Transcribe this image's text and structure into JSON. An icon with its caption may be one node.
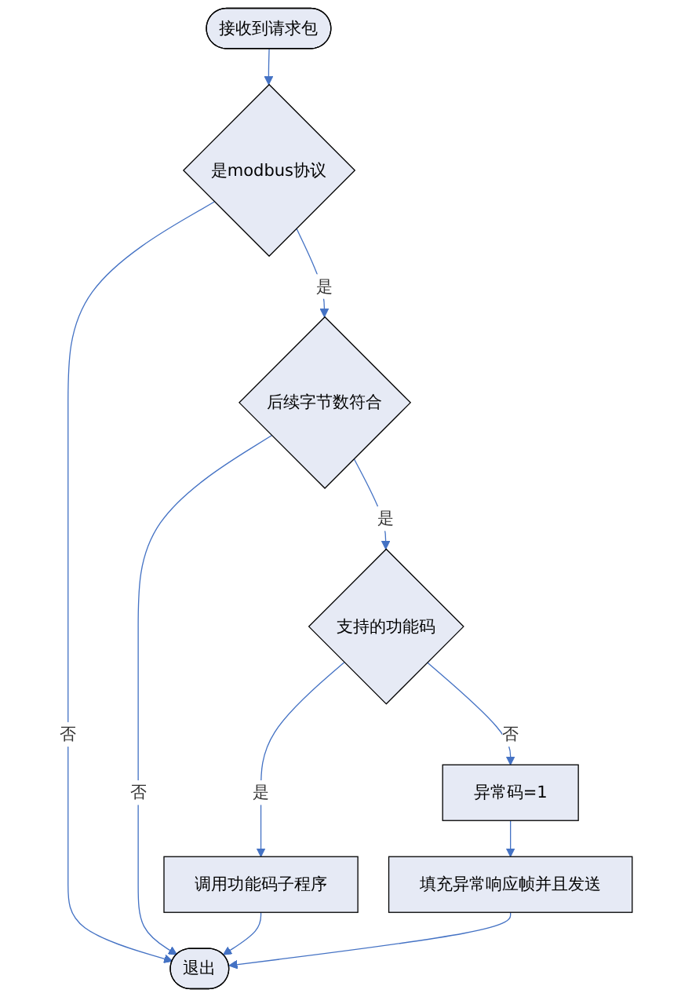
{
  "diagram": {
    "nodes": [
      {
        "text": [
          "接收到请求包"
        ]
      },
      {
        "text": [
          "是modbus协议"
        ]
      },
      {
        "text": [
          "后续字节数符合"
        ]
      },
      {
        "text": [
          "支持的功能码"
        ]
      },
      {
        "text": [
          "异常码=1"
        ]
      },
      {
        "text": [
          "调用功能码子程序"
        ]
      },
      {
        "text": [
          "填充异常响应帧并且发送"
        ]
      },
      {
        "text": [
          "退出"
        ]
      }
    ],
    "edges": [
      {
        "from": 0,
        "to": 1,
        "arrow": "to"
      },
      {
        "from": 1,
        "to": 2,
        "arrow": "to",
        "label": "是"
      },
      {
        "from": 1,
        "to": 7,
        "arrow": "to",
        "label": "否"
      },
      {
        "from": 2,
        "to": 7,
        "arrow": "to",
        "label": "否"
      },
      {
        "from": 2,
        "to": 3,
        "arrow": "to",
        "label": "是"
      },
      {
        "from": 3,
        "to": 4,
        "arrow": "to",
        "label": "否"
      },
      {
        "from": 3,
        "to": 5,
        "arrow": "to",
        "label": "是"
      },
      {
        "from": 4,
        "to": 6,
        "arrow": "to"
      },
      {
        "from": 5,
        "to": 7,
        "arrow": "to"
      },
      {
        "from": 6,
        "to": 7,
        "arrow": "to"
      }
    ]
  }
}
